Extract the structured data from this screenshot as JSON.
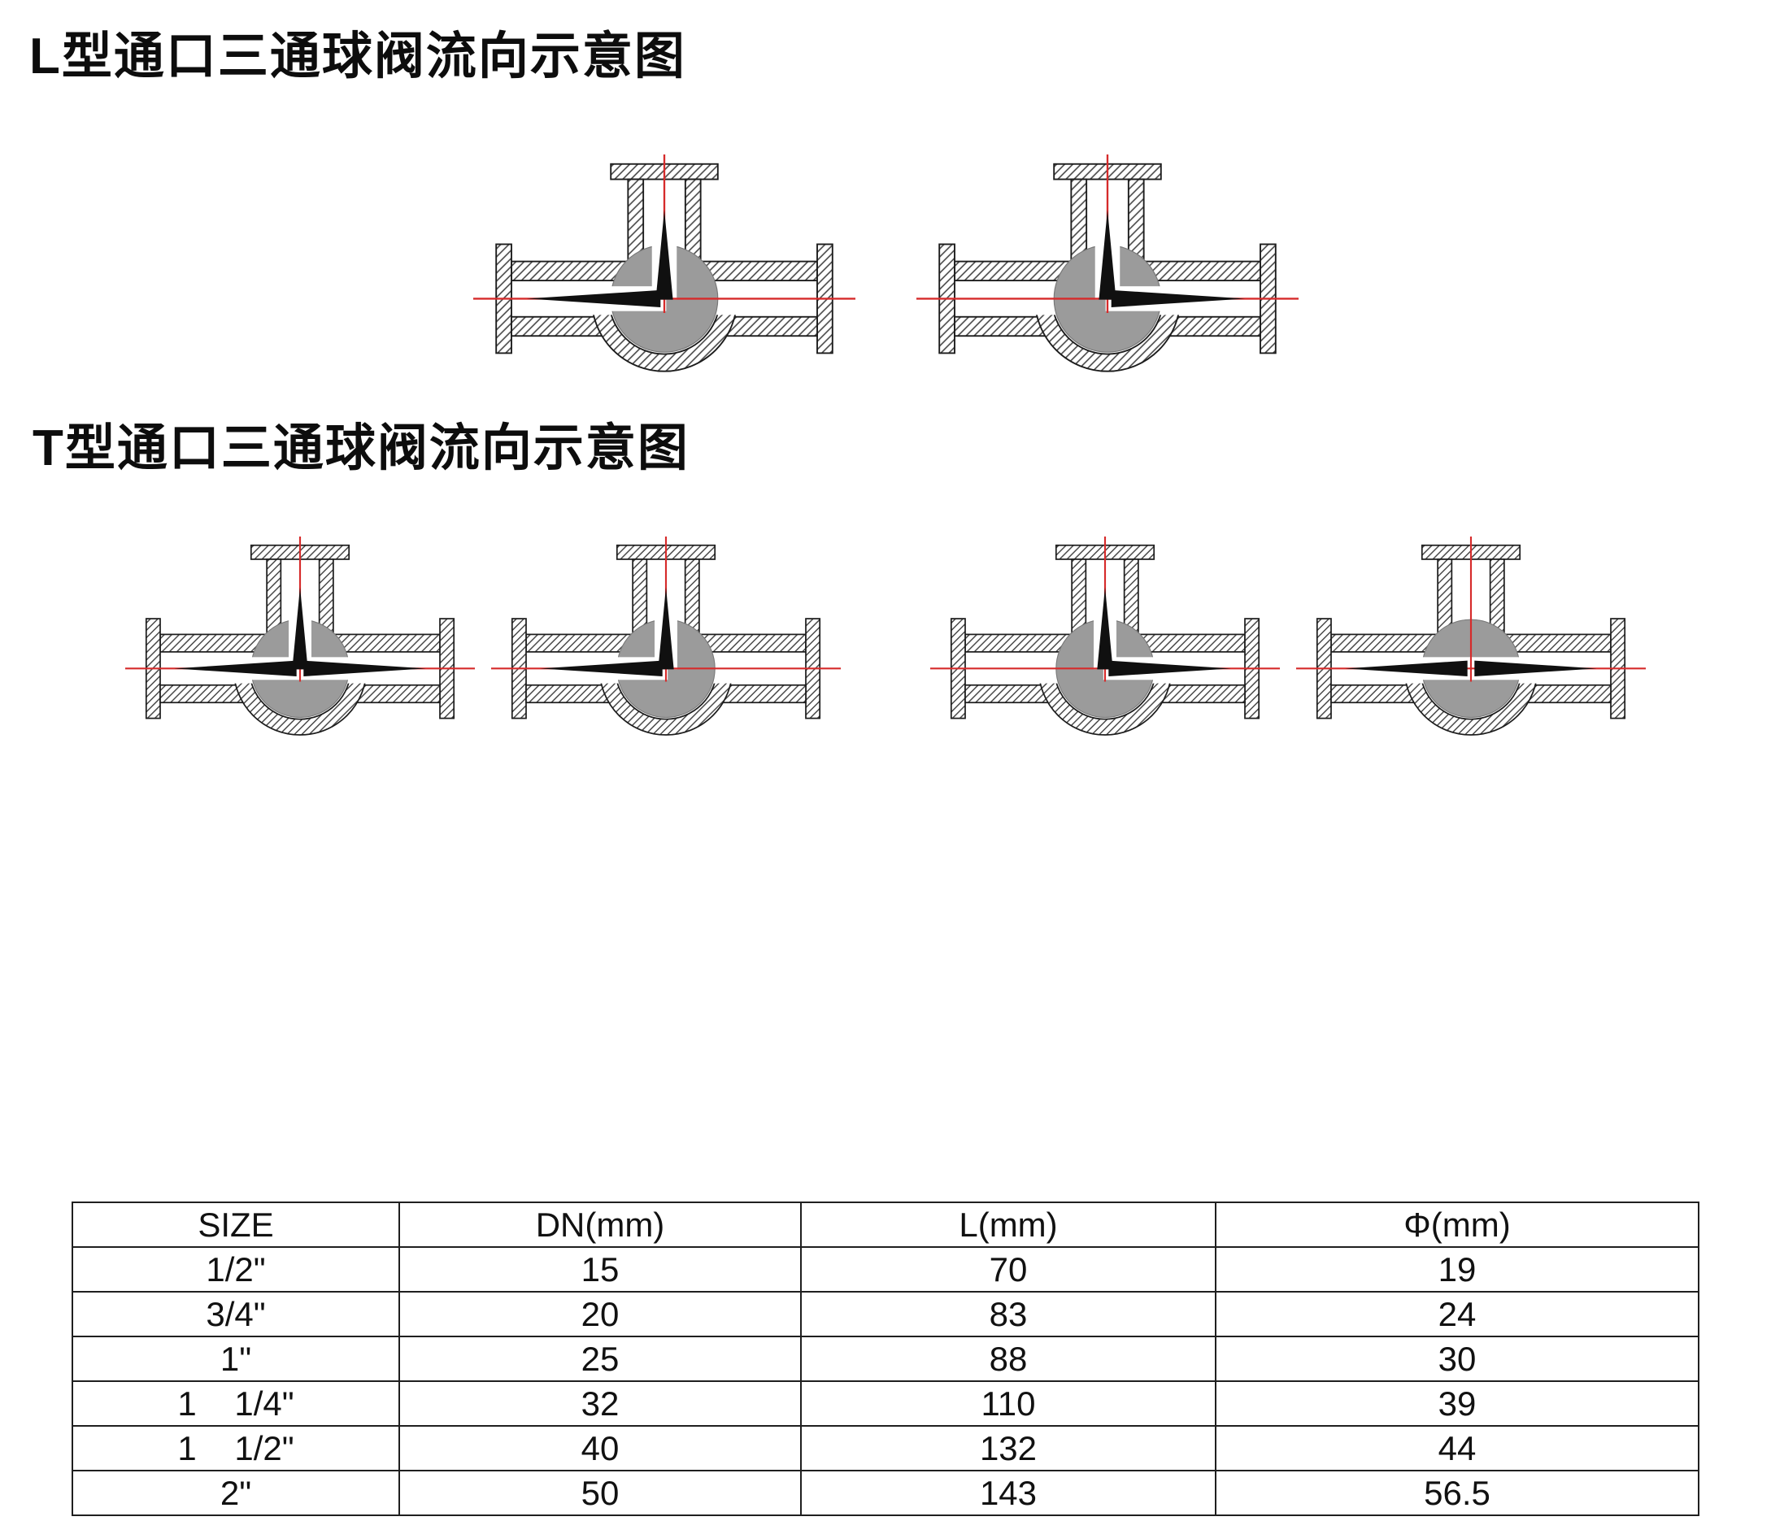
{
  "sections": {
    "l_type": {
      "title": "L型通口三通球阀流向示意图"
    },
    "t_type": {
      "title": "T型通口三通球阀流向示意图"
    }
  },
  "valves": {
    "l_type": [
      {
        "id": "l-valve-1",
        "flows": [
          "up",
          "left"
        ]
      },
      {
        "id": "l-valve-2",
        "flows": [
          "up",
          "right"
        ]
      }
    ],
    "t_type": [
      {
        "id": "t-valve-1",
        "flows": [
          "up",
          "left",
          "right"
        ]
      },
      {
        "id": "t-valve-2",
        "flows": [
          "up",
          "left"
        ]
      },
      {
        "id": "t-valve-3",
        "flows": [
          "up",
          "right"
        ]
      },
      {
        "id": "t-valve-4",
        "flows": [
          "left",
          "right"
        ]
      }
    ]
  },
  "colors": {
    "centerline": "#d62b2b",
    "ball": "#9b9b9b",
    "arrow": "#101010",
    "body_outline": "#1c1c1c"
  },
  "table": {
    "headers": [
      "SIZE",
      "DN(mm)",
      "L(mm)",
      "Φ(mm)"
    ],
    "rows": [
      [
        "1/2\"",
        "15",
        "70",
        "19"
      ],
      [
        "3/4\"",
        "20",
        "83",
        "24"
      ],
      [
        "1\"",
        "25",
        "88",
        "30"
      ],
      [
        "1    1/4\"",
        "32",
        "110",
        "39"
      ],
      [
        "1    1/2\"",
        "40",
        "132",
        "44"
      ],
      [
        "2\"",
        "50",
        "143",
        "56.5"
      ]
    ]
  }
}
